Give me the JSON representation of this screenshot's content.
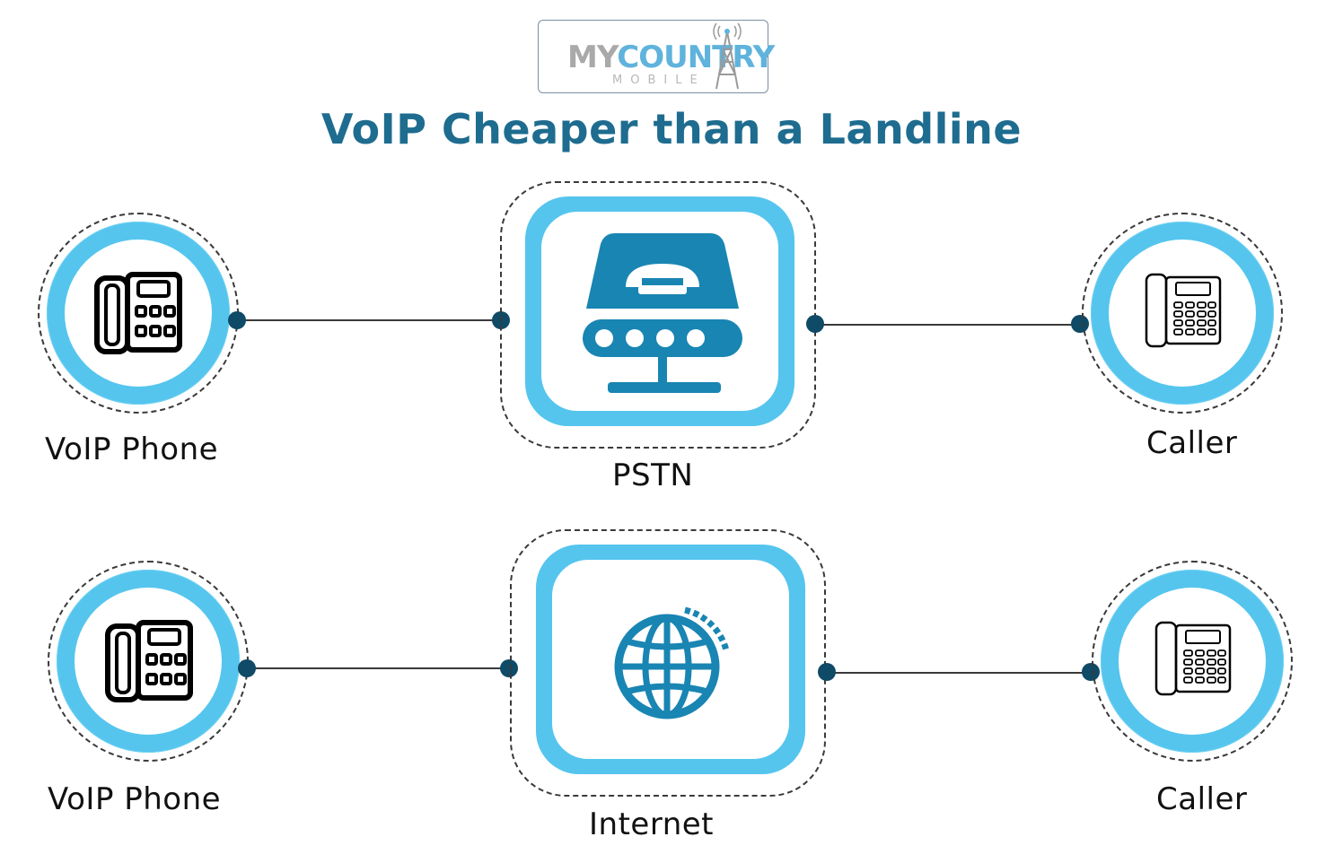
{
  "logo": {
    "word1": "MY",
    "word2": "COUNTRY",
    "sub": "MOBILE"
  },
  "title": "VoIP Cheaper than a Landline",
  "rows": [
    {
      "left_label": "VoIP Phone",
      "center_label": "PSTN",
      "right_label": "Caller",
      "center_icon": "pstn-server-phone-icon"
    },
    {
      "left_label": "VoIP Phone",
      "center_label": "Internet",
      "right_label": "Caller",
      "center_icon": "globe-icon"
    }
  ],
  "icons": {
    "left": "voip-desk-phone-icon",
    "right": "landline-phone-icon"
  },
  "colors": {
    "title": "#1e6c8f",
    "accent": "#55c5ee",
    "icon_fill": "#1985b3",
    "dot": "#0f4a66"
  }
}
